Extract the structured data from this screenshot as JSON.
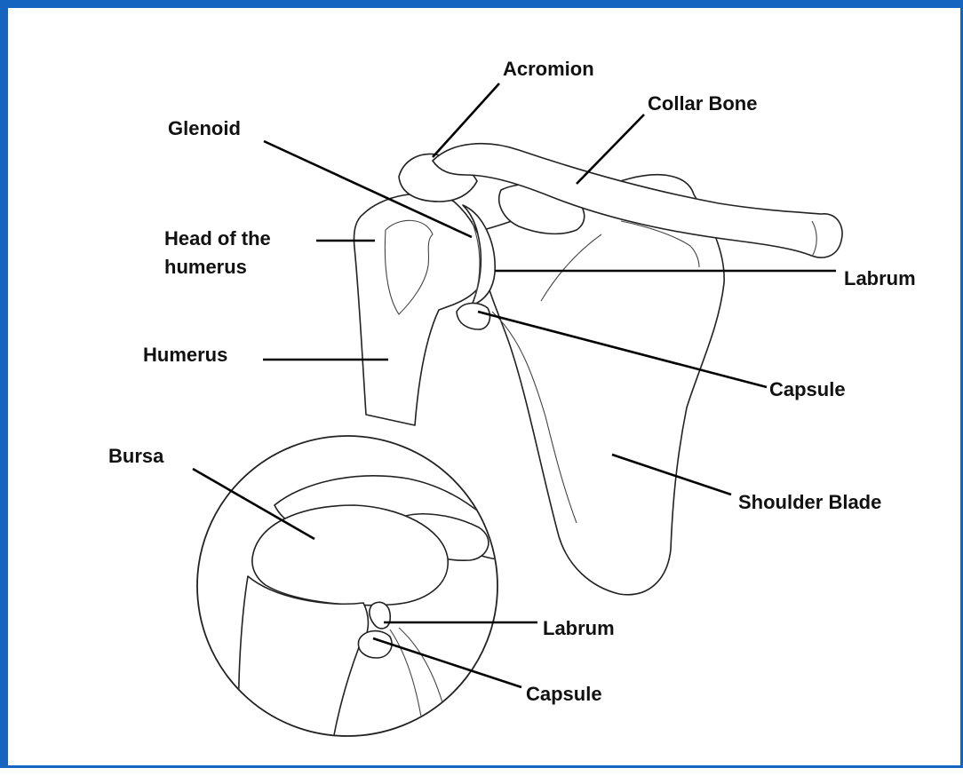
{
  "colors": {
    "frame": "#1565c0"
  },
  "labels": {
    "acromion": "Acromion",
    "collar_bone": "Collar Bone",
    "glenoid": "Glenoid",
    "head_line1": "Head of the",
    "head_line2": "humerus",
    "labrum": "Labrum",
    "humerus": "Humerus",
    "capsule": "Capsule",
    "bursa": "Bursa",
    "shoulder_blade": "Shoulder Blade",
    "inset_labrum": "Labrum",
    "inset_capsule": "Capsule"
  }
}
